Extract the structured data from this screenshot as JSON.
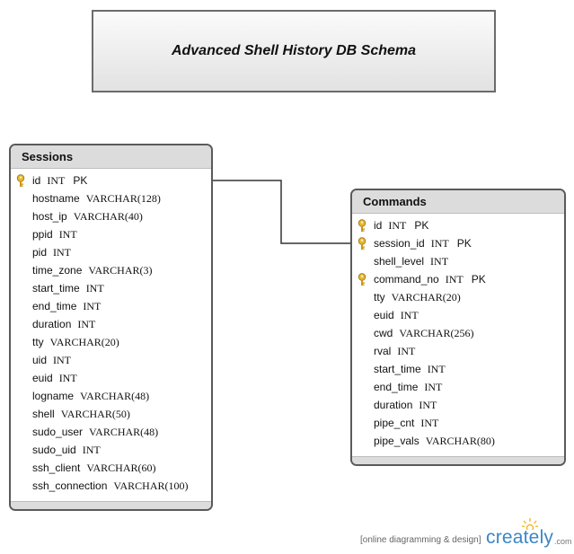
{
  "diagram": {
    "title": "Advanced Shell History DB Schema"
  },
  "tables": [
    {
      "name": "Sessions",
      "fields": [
        {
          "name": "id",
          "type": "INT",
          "pk": "PK",
          "key": true
        },
        {
          "name": "hostname",
          "type": "VARCHAR(128)",
          "pk": "",
          "key": false
        },
        {
          "name": "host_ip",
          "type": "VARCHAR(40)",
          "pk": "",
          "key": false
        },
        {
          "name": "ppid",
          "type": "INT",
          "pk": "",
          "key": false
        },
        {
          "name": "pid",
          "type": "INT",
          "pk": "",
          "key": false
        },
        {
          "name": "time_zone",
          "type": "VARCHAR(3)",
          "pk": "",
          "key": false
        },
        {
          "name": "start_time",
          "type": "INT",
          "pk": "",
          "key": false
        },
        {
          "name": "end_time",
          "type": "INT",
          "pk": "",
          "key": false
        },
        {
          "name": "duration",
          "type": "INT",
          "pk": "",
          "key": false
        },
        {
          "name": "tty",
          "type": "VARCHAR(20)",
          "pk": "",
          "key": false
        },
        {
          "name": "uid",
          "type": "INT",
          "pk": "",
          "key": false
        },
        {
          "name": "euid",
          "type": "INT",
          "pk": "",
          "key": false
        },
        {
          "name": "logname",
          "type": "VARCHAR(48)",
          "pk": "",
          "key": false
        },
        {
          "name": "shell",
          "type": "VARCHAR(50)",
          "pk": "",
          "key": false
        },
        {
          "name": "sudo_user",
          "type": "VARCHAR(48)",
          "pk": "",
          "key": false
        },
        {
          "name": "sudo_uid",
          "type": "INT",
          "pk": "",
          "key": false
        },
        {
          "name": "ssh_client",
          "type": "VARCHAR(60)",
          "pk": "",
          "key": false
        },
        {
          "name": "ssh_connection",
          "type": "VARCHAR(100)",
          "pk": "",
          "key": false
        }
      ]
    },
    {
      "name": "Commands",
      "fields": [
        {
          "name": "id",
          "type": "INT",
          "pk": "PK",
          "key": true
        },
        {
          "name": "session_id",
          "type": "INT",
          "pk": "PK",
          "key": true
        },
        {
          "name": "shell_level",
          "type": "INT",
          "pk": "",
          "key": false
        },
        {
          "name": "command_no",
          "type": "INT",
          "pk": "PK",
          "key": true
        },
        {
          "name": "tty",
          "type": "VARCHAR(20)",
          "pk": "",
          "key": false
        },
        {
          "name": "euid",
          "type": "INT",
          "pk": "",
          "key": false
        },
        {
          "name": "cwd",
          "type": "VARCHAR(256)",
          "pk": "",
          "key": false
        },
        {
          "name": "rval",
          "type": "INT",
          "pk": "",
          "key": false
        },
        {
          "name": "start_time",
          "type": "INT",
          "pk": "",
          "key": false
        },
        {
          "name": "end_time",
          "type": "INT",
          "pk": "",
          "key": false
        },
        {
          "name": "duration",
          "type": "INT",
          "pk": "",
          "key": false
        },
        {
          "name": "pipe_cnt",
          "type": "INT",
          "pk": "",
          "key": false
        },
        {
          "name": "pipe_vals",
          "type": "VARCHAR(80)",
          "pk": "",
          "key": false
        }
      ]
    }
  ],
  "branding": {
    "note": "[online diagramming & design]",
    "name": "creately",
    "suffix": ".com",
    "colors": {
      "brand": "#3b86c7",
      "sun": "#f2b21b",
      "key": "#e8b830"
    }
  },
  "colors": {
    "header": "#dcdcdc",
    "border": "#5a5a5a",
    "connector": "#333333"
  }
}
